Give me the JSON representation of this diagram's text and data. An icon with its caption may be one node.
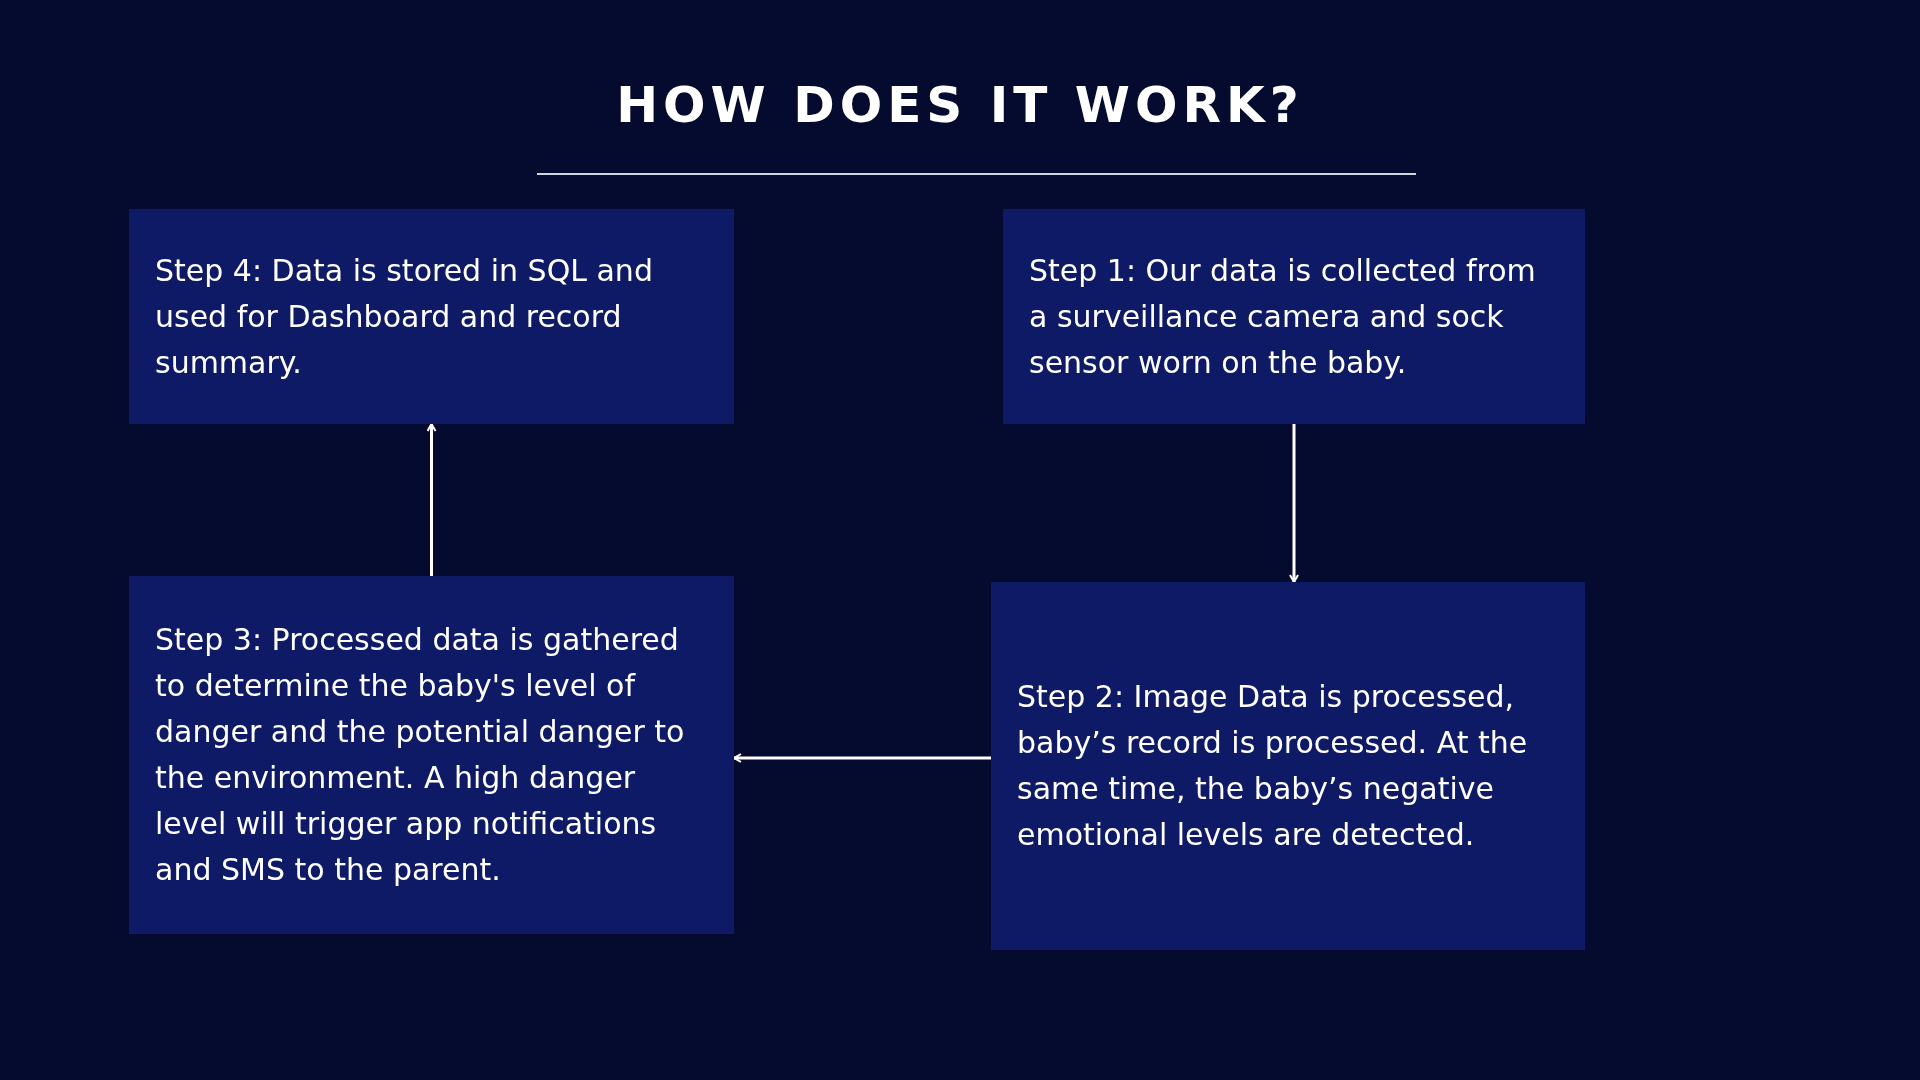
{
  "diagram": {
    "title": "HOW DOES IT WORK?",
    "nodes": [
      {
        "text": [
          "Step 4: Data is stored in SQL and used for Dashboard and record summary."
        ]
      },
      {
        "text": [
          "Step 1: Our data is collected from a surveillance camera and sock sensor worn on the baby."
        ]
      },
      {
        "text": [
          "Step 3: Processed data is gathered to determine the baby's level of danger and the potential danger to the environment. A high danger level will trigger app notifications and SMS to the parent."
        ]
      },
      {
        "text": [
          "Step 2: Image Data is processed, baby’s record is processed. At the same time, the baby’s negative emotional levels are detected."
        ]
      }
    ],
    "edges": [
      {
        "from": 1,
        "to": 3,
        "arrow": "to"
      },
      {
        "from": 3,
        "to": 2,
        "arrow": "to"
      },
      {
        "from": 2,
        "to": 0,
        "arrow": "to"
      }
    ]
  }
}
